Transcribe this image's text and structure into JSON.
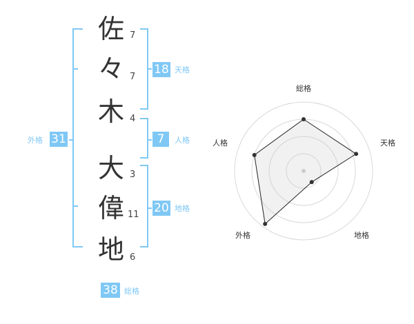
{
  "characters": [
    {
      "char": "佐",
      "strokes": "7"
    },
    {
      "char": "々",
      "strokes": "7"
    },
    {
      "char": "木",
      "strokes": "4"
    },
    {
      "char": "大",
      "strokes": "3"
    },
    {
      "char": "偉",
      "strokes": "11"
    },
    {
      "char": "地",
      "strokes": "6"
    }
  ],
  "fortunes": {
    "tenkaku": {
      "value": "18",
      "label": "天格"
    },
    "jinkaku": {
      "value": "7",
      "label": "人格"
    },
    "chikaku": {
      "value": "20",
      "label": "地格"
    },
    "gaikaku": {
      "value": "31",
      "label": "外格"
    },
    "soukaku": {
      "value": "38",
      "label": "総格"
    }
  },
  "colors": {
    "accent": "#7fc8f5",
    "text": "#333333"
  },
  "chart_data": {
    "type": "radar",
    "axes": [
      "総格",
      "天格",
      "地格",
      "外格",
      "人格"
    ],
    "values": [
      0.75,
      0.8,
      0.2,
      0.95,
      0.75
    ],
    "rings": 4
  }
}
